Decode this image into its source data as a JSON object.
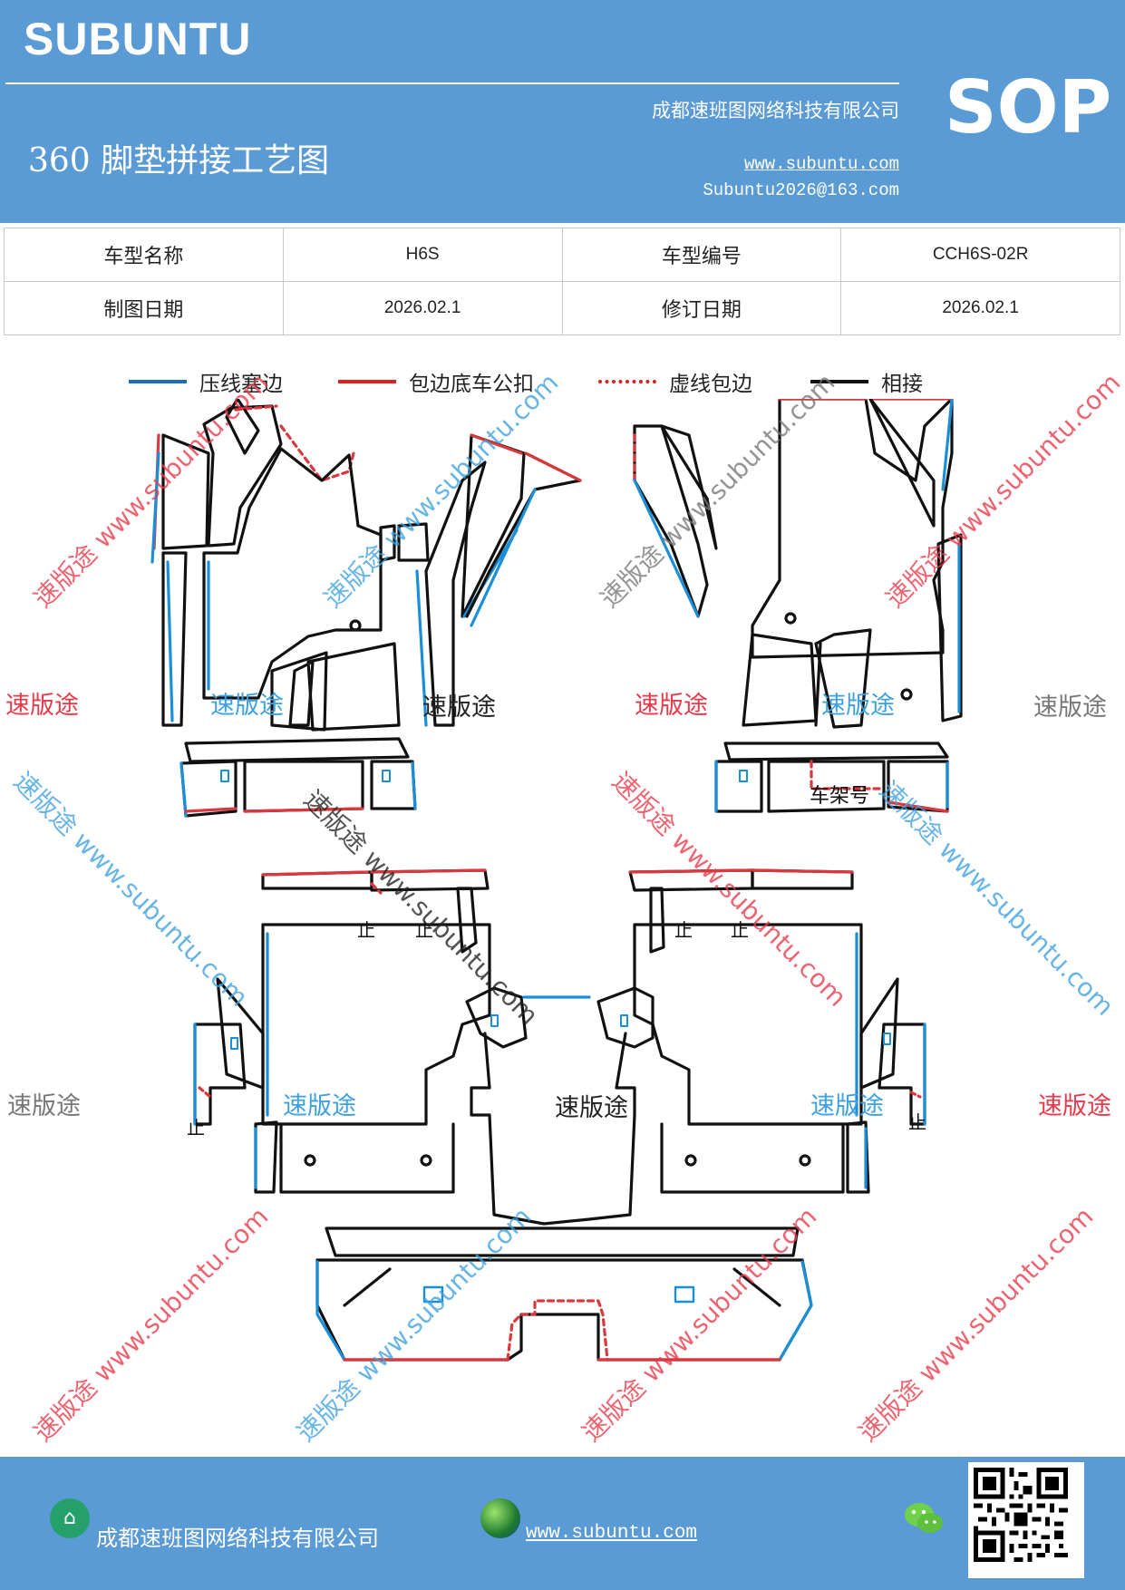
{
  "header": {
    "brand": "SUBUNTU",
    "sop": "SOP",
    "company": "成都速班图网络科技有限公司",
    "title": "360 脚垫拼接工艺图",
    "website": "www.subuntu.com",
    "email": "Subuntu2026@163.com"
  },
  "info": {
    "model_name_label": "车型名称",
    "model_name": "H6S",
    "model_code_label": "车型编号",
    "model_code": "CCH6S-02R",
    "draw_date_label": "制图日期",
    "draw_date": "2026.02.1",
    "revise_date_label": "修订日期",
    "revise_date": "2026.02.1"
  },
  "legend": [
    {
      "label": "压线塞边",
      "color": "#1a6fbd",
      "style": "solid"
    },
    {
      "label": "包边底车公扣",
      "color": "#e02020",
      "style": "solid"
    },
    {
      "label": "虚线包边",
      "color": "#e02020",
      "style": "dotted"
    },
    {
      "label": "相接",
      "color": "#111111",
      "style": "solid"
    }
  ],
  "diagram": {
    "frame_label": "车架号",
    "stop_marks": [
      "止",
      "止",
      "止",
      "止",
      "止",
      "止"
    ],
    "watermark_cn": "速版途",
    "watermark_url": "www.subuntu.com"
  },
  "colors": {
    "header_bg": "#5b9bd5",
    "seam_blue": "#1a8fd8",
    "edge_red": "#d9383e",
    "outline": "#111111"
  },
  "footer": {
    "company": "成都速班图网络科技有限公司",
    "website": "www.subuntu.com",
    "icons": [
      "home-icon",
      "globe-icon",
      "wechat-icon",
      "qr-code"
    ]
  }
}
